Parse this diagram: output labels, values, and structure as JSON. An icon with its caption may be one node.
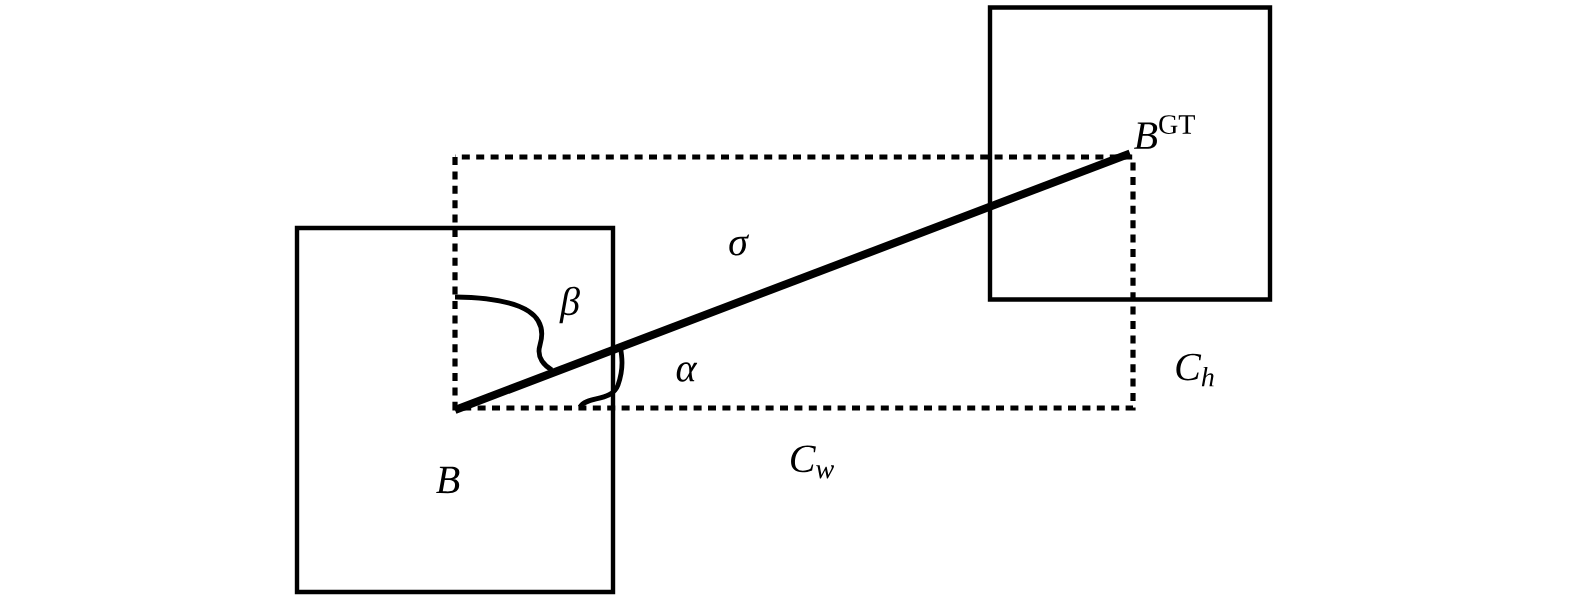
{
  "diagram": {
    "nodes": [
      {
        "text": [
          "B"
        ]
      },
      {
        "text": [
          "*B*$^{GT}$"
        ]
      }
    ],
    "edges": [
      {
        "from": 0,
        "to": 1,
        "arrow": "none",
        "label": "σ"
      }
    ],
    "labels": [
      "β",
      "α",
      "C$_{w}$",
      "C$_{h}$"
    ]
  }
}
